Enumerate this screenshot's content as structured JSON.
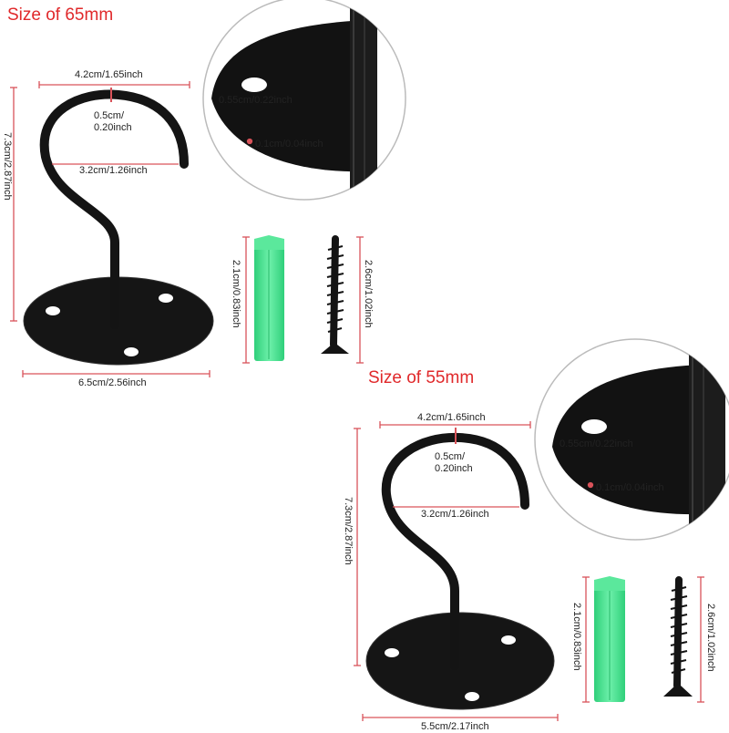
{
  "sizes": [
    {
      "title": "Size of 65mm",
      "hook_width": "4.2cm/1.65inch",
      "wire_thickness": "0.5cm/\n0.20inch",
      "hook_gap": "3.2cm/1.26inch",
      "height": "7.3cm/2.87inch",
      "base_diameter": "6.5cm/2.56inch",
      "hole_diameter": "0.55cm/0.22inch",
      "plate_thickness": "0.1cm/0.04inch",
      "anchor_length": "2.1cm/0.83inch",
      "screw_length": "2.6cm/1.02inch"
    },
    {
      "title": "Size of 55mm",
      "hook_width": "4.2cm/1.65inch",
      "wire_thickness": "0.5cm/\n0.20inch",
      "hook_gap": "3.2cm/1.26inch",
      "height": "7.3cm/2.87inch",
      "base_diameter": "5.5cm/2.17inch",
      "hole_diameter": "0.55cm/0.22inch",
      "plate_thickness": "0.1cm/0.04inch",
      "anchor_length": "2.1cm/0.83inch",
      "screw_length": "2.6cm/1.02inch"
    }
  ],
  "colors": {
    "dimension_line": "#d9535a",
    "title": "#e0282a",
    "hook_metal": "#141414",
    "anchor": "#3ee08a"
  }
}
